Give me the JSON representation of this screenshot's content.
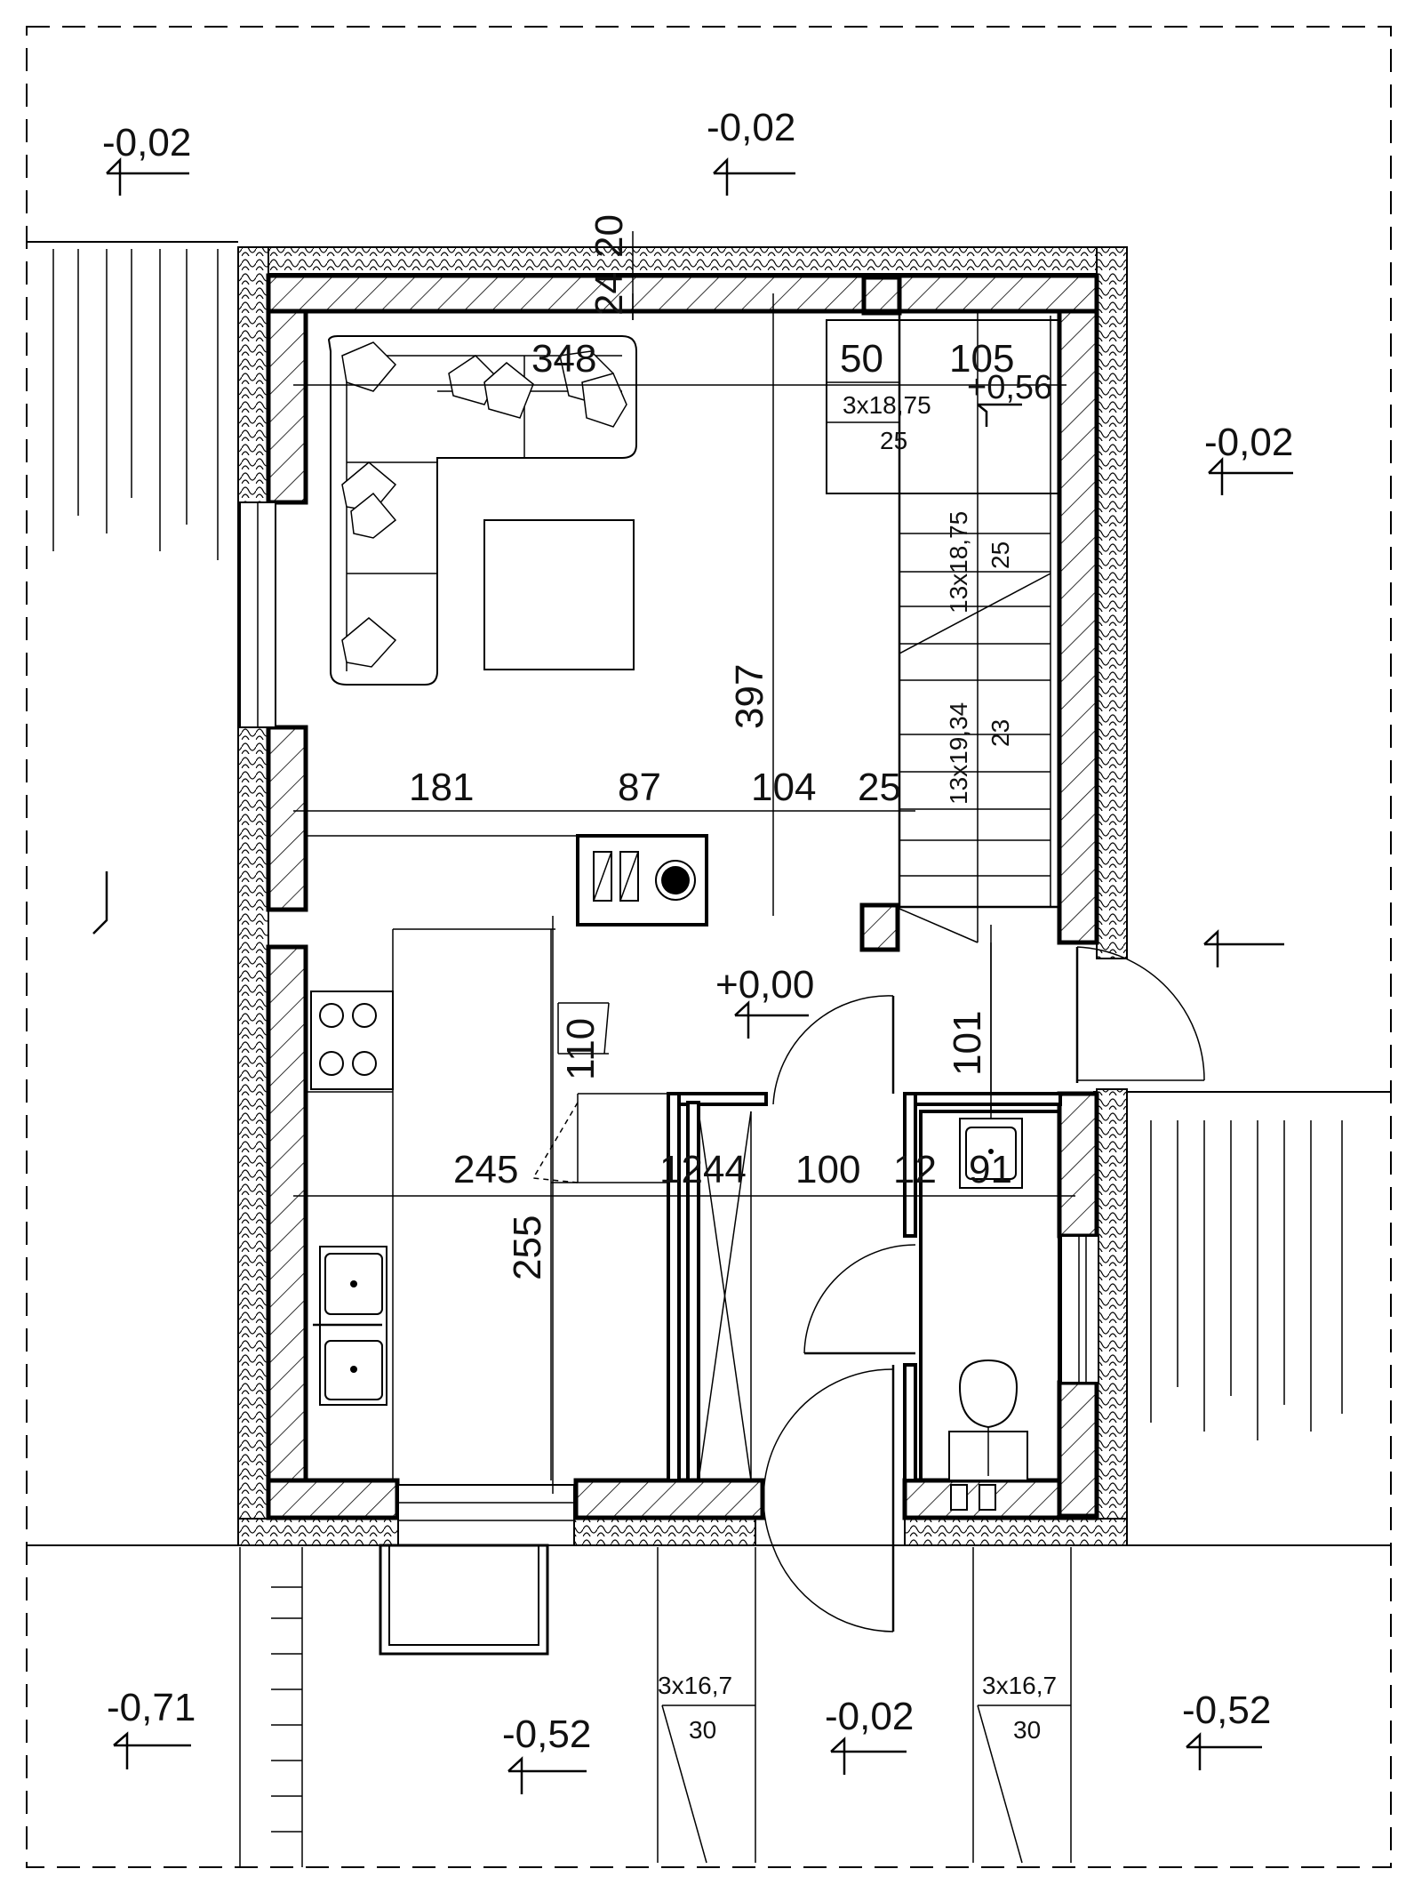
{
  "plan": {
    "levels": {
      "top_left": "-0,02",
      "top_center": "-0,02",
      "right_upper": "-0,02",
      "stair_landing": "+0,56",
      "floor": "+0,00",
      "bottom_far_left": "-0,71",
      "bottom_left": "-0,52",
      "bottom_center": "-0,02",
      "bottom_right": "-0,52"
    },
    "dimensions": {
      "wall_24": "24",
      "wall_20": "20",
      "living_width": "348",
      "stair_50": "50",
      "stair_105": "105",
      "room_depth": "397",
      "seg_181": "181",
      "seg_87": "87",
      "seg_104": "104",
      "seg_25": "25",
      "hall_101": "101",
      "kitchen_110": "110",
      "seg_245": "245",
      "seg_12_44": "1244",
      "seg_100": "100",
      "seg_12": "12",
      "seg_91": "91",
      "kitchen_255": "255"
    },
    "stairs": {
      "flight_top": "3x18,75",
      "flight_top_tread": "25",
      "flight_upper": "13x18,75",
      "flight_upper_tread": "25",
      "flight_lower": "13x19,34",
      "flight_lower_tread": "23",
      "ext_left": "3x16,7",
      "ext_left_tread": "30",
      "ext_right": "3x16,7",
      "ext_right_tread": "30"
    }
  }
}
